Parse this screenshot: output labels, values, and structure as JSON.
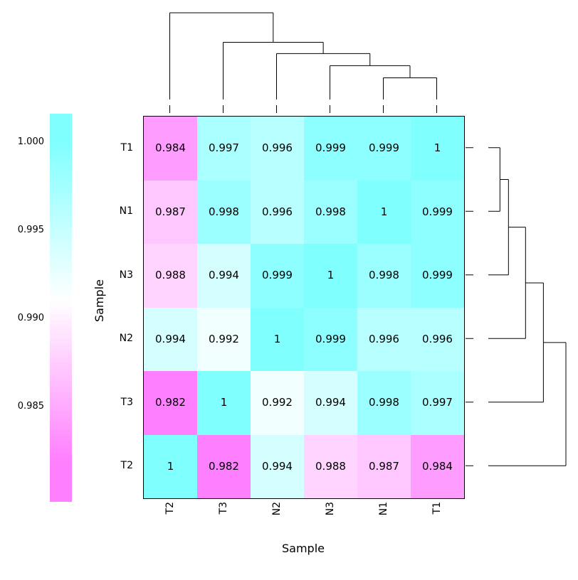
{
  "chart_data": {
    "type": "heatmap",
    "title": "",
    "xlabel": "Sample",
    "ylabel": "Sample",
    "columns": [
      "T2",
      "T3",
      "N2",
      "N3",
      "N1",
      "T1"
    ],
    "rows": [
      "T1",
      "N1",
      "N3",
      "N2",
      "T3",
      "T2"
    ],
    "values": [
      [
        "0.984",
        "0.997",
        "0.996",
        "0.999",
        "0.999",
        "1"
      ],
      [
        "0.987",
        "0.998",
        "0.996",
        "0.998",
        "1",
        "0.999"
      ],
      [
        "0.988",
        "0.994",
        "0.999",
        "1",
        "0.998",
        "0.999"
      ],
      [
        "0.994",
        "0.992",
        "1",
        "0.999",
        "0.996",
        "0.996"
      ],
      [
        "0.982",
        "1",
        "0.992",
        "0.994",
        "0.998",
        "0.997"
      ],
      [
        "1",
        "0.982",
        "0.994",
        "0.988",
        "0.987",
        "0.984"
      ]
    ],
    "color_scale": {
      "domain_min": 0.982,
      "domain_max": 1.0,
      "low_color": "#FF80FF",
      "mid_color": "#FFFFFF",
      "high_color": "#80FFFF"
    },
    "color_key": {
      "top_value": 1.0016,
      "bottom_value": 0.9796,
      "tick_labels": [
        "1.000",
        "0.995",
        "0.990",
        "0.985"
      ],
      "tick_values": [
        1.0,
        0.995,
        0.99,
        0.985
      ],
      "segments": 64,
      "position": "left"
    },
    "col_dendrogram": {
      "orientation": "top",
      "leaves": [
        "T2",
        "T3",
        "N2",
        "N3",
        "N1",
        "T1"
      ],
      "merges": [
        {
          "a": "L4",
          "b": "L5",
          "h": 0.25
        },
        {
          "a": "L3",
          "b": "M0",
          "h": 0.39
        },
        {
          "a": "L2",
          "b": "M1",
          "h": 0.53
        },
        {
          "a": "L1",
          "b": "M2",
          "h": 0.66
        },
        {
          "a": "L0",
          "b": "M3",
          "h": 1.0
        }
      ]
    },
    "row_dendrogram": {
      "orientation": "right",
      "leaves": [
        "T1",
        "N1",
        "N3",
        "N2",
        "T3",
        "T2"
      ],
      "merges": [
        {
          "a": "L0",
          "b": "L1",
          "h": 0.15
        },
        {
          "a": "M0",
          "b": "L2",
          "h": 0.26
        },
        {
          "a": "M1",
          "b": "L3",
          "h": 0.48
        },
        {
          "a": "M2",
          "b": "L4",
          "h": 0.71
        },
        {
          "a": "M3",
          "b": "L5",
          "h": 1.0
        }
      ]
    },
    "grid": false
  }
}
